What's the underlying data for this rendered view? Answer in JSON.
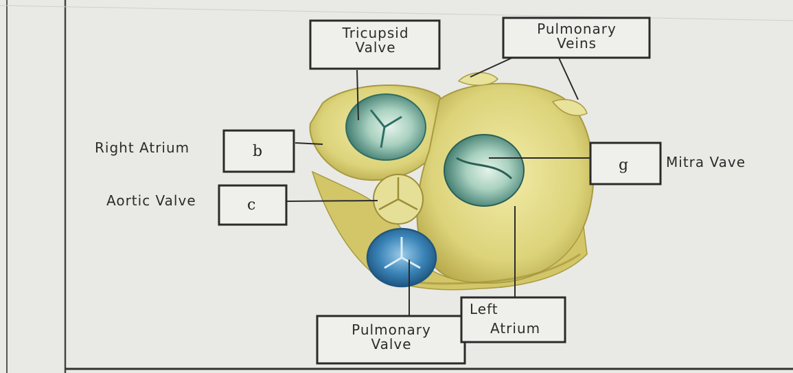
{
  "labels": {
    "tricuspid_line1": "Tricupsid",
    "tricuspid_line2": "Valve",
    "pulmonary_veins_line1": "Pulmonary",
    "pulmonary_veins_line2": "Veins",
    "right_atrium": "Right Atrium",
    "b": "b",
    "aortic_valve": "Aortic Valve",
    "c": "c",
    "g": "g",
    "mitral_valve": "Mitra Vave",
    "pulmonary_valve_line1": "Pulmonary",
    "pulmonary_valve_line2": "Valve",
    "left_atrium_line1": "Left",
    "left_atrium_line2": "Atrium"
  },
  "colors": {
    "tissue": "#dcd37a",
    "tissue_light": "#ece69e",
    "tissue_shadow": "#b9aa4c",
    "valve_teal": "#5f9e8c",
    "valve_light": "#d6ebe0",
    "pulmonary_blue": "#3b84b8",
    "ink": "#2a2a2a",
    "paper": "#e9e9e6"
  }
}
